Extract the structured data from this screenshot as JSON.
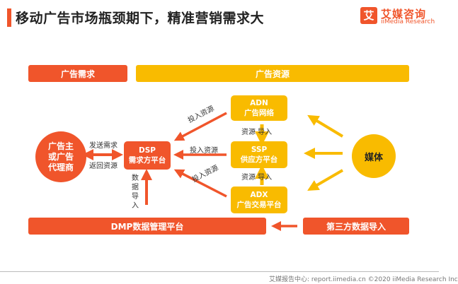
{
  "title": "移动广告市场瓶颈期下，精准营销需求大",
  "logo": {
    "mark": "艾",
    "name_cn": "艾媒咨询",
    "name_en": "iiMedia Research"
  },
  "bars": {
    "demand": "广告需求",
    "resource": "广告资源",
    "dmp": "DMP数据管理平台",
    "third_party": "第三方数据导入"
  },
  "nodes": {
    "advertiser": "广告主\n或广告\n代理商",
    "dsp": "DSP\n需求方平台",
    "adn": "ADN\n广告网络",
    "ssp": "SSP\n供应方平台",
    "adx": "ADX\n广告交易平台",
    "media": "媒体"
  },
  "labels": {
    "send_demand": "发送需求",
    "return_resource": "返回资源",
    "invest_top": "投入资源",
    "invest_mid": "投入资源",
    "invest_bot": "投入资源",
    "resource_import_1": "资源 导入",
    "resource_import_2": "资源 导入",
    "data_import": "数\n据\n导\n入"
  },
  "footer": "艾媒报告中心: report.iimedia.cn  ©2020 iiMedia Research Inc",
  "colors": {
    "orange_red": "#f0552b",
    "yellow": "#f9bb00"
  }
}
